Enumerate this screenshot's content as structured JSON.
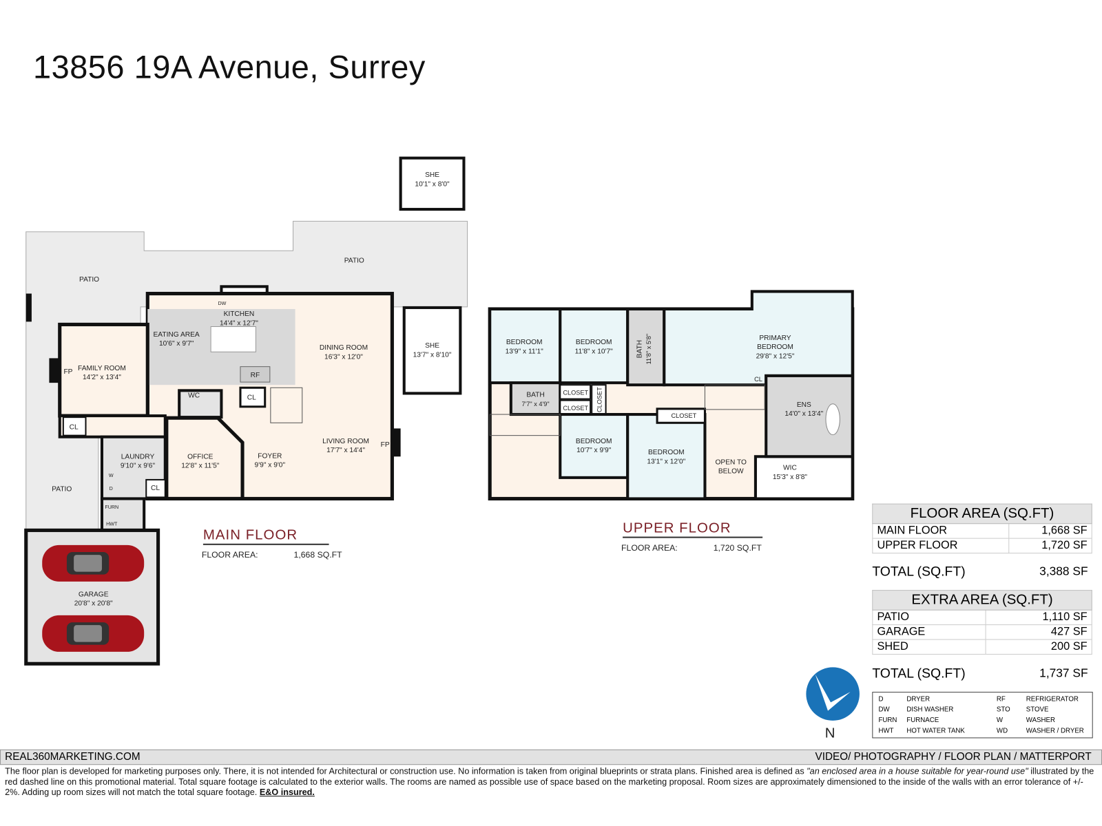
{
  "title": "13856 19A Avenue, Surrey",
  "main_floor": {
    "heading": "MAIN FLOOR",
    "area_label": "FLOOR AREA:",
    "area_value": "1,668 SQ.FT",
    "rooms": {
      "patio_top": "PATIO",
      "patio_left": "PATIO",
      "patio_side": "PATIO",
      "shed1_name": "SHE",
      "shed1_size": "10'1\" x 8'0\"",
      "shed2_name": "SHE",
      "shed2_size": "13'7\" x 8'10\"",
      "kitchen_name": "KITCHEN",
      "kitchen_size": "14'4\" x 12'7\"",
      "eating_name": "EATING AREA",
      "eating_size": "10'6\" x 9'7\"",
      "dining_name": "DINING ROOM",
      "dining_size": "16'3\" x 12'0\"",
      "family_name": "FAMILY ROOM",
      "family_size": "14'2\" x 13'4\"",
      "living_name": "LIVING ROOM",
      "living_size": "17'7\" x 14'4\"",
      "office_name": "OFFICE",
      "office_size": "12'8\" x 11'5\"",
      "foyer_name": "FOYER",
      "foyer_size": "9'9\" x 9'0\"",
      "laundry_name": "LAUNDRY",
      "laundry_size": "9'10\" x 9'6\"",
      "garage_name": "GARAGE",
      "garage_size": "20'8\" x 20'8\"",
      "wc": "WC",
      "rf": "RF",
      "dw": "DW",
      "fp": "FP",
      "cl": "CL",
      "w": "W",
      "d": "D",
      "furn": "FURN",
      "hwt": "HWT"
    }
  },
  "upper_floor": {
    "heading": "UPPER FLOOR",
    "area_label": "FLOOR AREA:",
    "area_value": "1,720 SQ.FT",
    "rooms": {
      "bed1_name": "BEDROOM",
      "bed1_size": "13'9\" x 11'1\"",
      "bed2_name": "BEDROOM",
      "bed2_size": "11'8\" x 10'7\"",
      "bed3_name": "BEDROOM",
      "bed3_size": "10'7\" x 9'9\"",
      "bed4_name": "BEDROOM",
      "bed4_size": "13'1\" x 12'0\"",
      "primary_name1": "PRIMARY",
      "primary_name2": "BEDROOM",
      "primary_size": "29'8\" x 12'5\"",
      "bath1_name": "BATH",
      "bath1_size": "7'7\" x 4'9\"",
      "bath2_name": "BATH",
      "bath2_size": "11'8\" x 5'8\"",
      "ens_name": "ENS",
      "ens_size": "14'0\" x 13'4\"",
      "wic_name": "WIC",
      "wic_size": "15'3\" x 8'8\"",
      "open1": "OPEN TO",
      "open2": "BELOW",
      "closet": "CLOSET",
      "cl": "CL"
    }
  },
  "floor_area_table": {
    "header": "FLOOR AREA (SQ.FT)",
    "rows": [
      {
        "label": "MAIN FLOOR",
        "value": "1,668 SF"
      },
      {
        "label": "UPPER FLOOR",
        "value": "1,720 SF"
      }
    ],
    "total_label": "TOTAL (SQ.FT)",
    "total_value": "3,388 SF"
  },
  "extra_area_table": {
    "header": "EXTRA AREA (SQ.FT)",
    "rows": [
      {
        "label": "PATIO",
        "value": "1,110 SF"
      },
      {
        "label": "GARAGE",
        "value": "427 SF"
      },
      {
        "label": "SHED",
        "value": "200 SF"
      }
    ],
    "total_label": "TOTAL (SQ.FT)",
    "total_value": "1,737 SF"
  },
  "compass": {
    "label": "N",
    "color": "#1a73b8"
  },
  "legend": [
    {
      "abbr": "D",
      "desc": "DRYER",
      "abbr2": "RF",
      "desc2": "REFRIGERATOR"
    },
    {
      "abbr": "DW",
      "desc": "DISH WASHER",
      "abbr2": "STO",
      "desc2": "STOVE"
    },
    {
      "abbr": "FURN",
      "desc": "FURNACE",
      "abbr2": "W",
      "desc2": "WASHER"
    },
    {
      "abbr": "HWT",
      "desc": "HOT WATER TANK",
      "abbr2": "WD",
      "desc2": "WASHER / DRYER"
    }
  ],
  "footer": {
    "website": "REAL360MARKETING.COM",
    "services": "VIDEO/ PHOTOGRAPHY / FLOOR PLAN / MATTERPORT",
    "disclaimer_1": "The floor plan is developed for marketing purposes only. There, it is not intended for Architectural or construction use. No information is  taken from original blueprints or strata plans. Finished area is defined as ",
    "disclaimer_quote": "\"an enclosed area in a house suitable for year-round use\"",
    "disclaimer_2": " illustrated by the red dashed line on this promotional material. Total square footage is calculated to the exterior walls. The rooms are named as possible use of space based on the marketing proposal. Room sizes are approximately dimensioned to the inside of the walls with an error tolerance of +/- 2%. Adding up room sizes will not match the total square footage. ",
    "eo": "E&O insured."
  },
  "colors": {
    "room_warm": "#fdf3e9",
    "room_cool": "#eaf6f8",
    "service": "#d9d9d9",
    "patio": "#ececec",
    "accent": "#7a1f26"
  }
}
